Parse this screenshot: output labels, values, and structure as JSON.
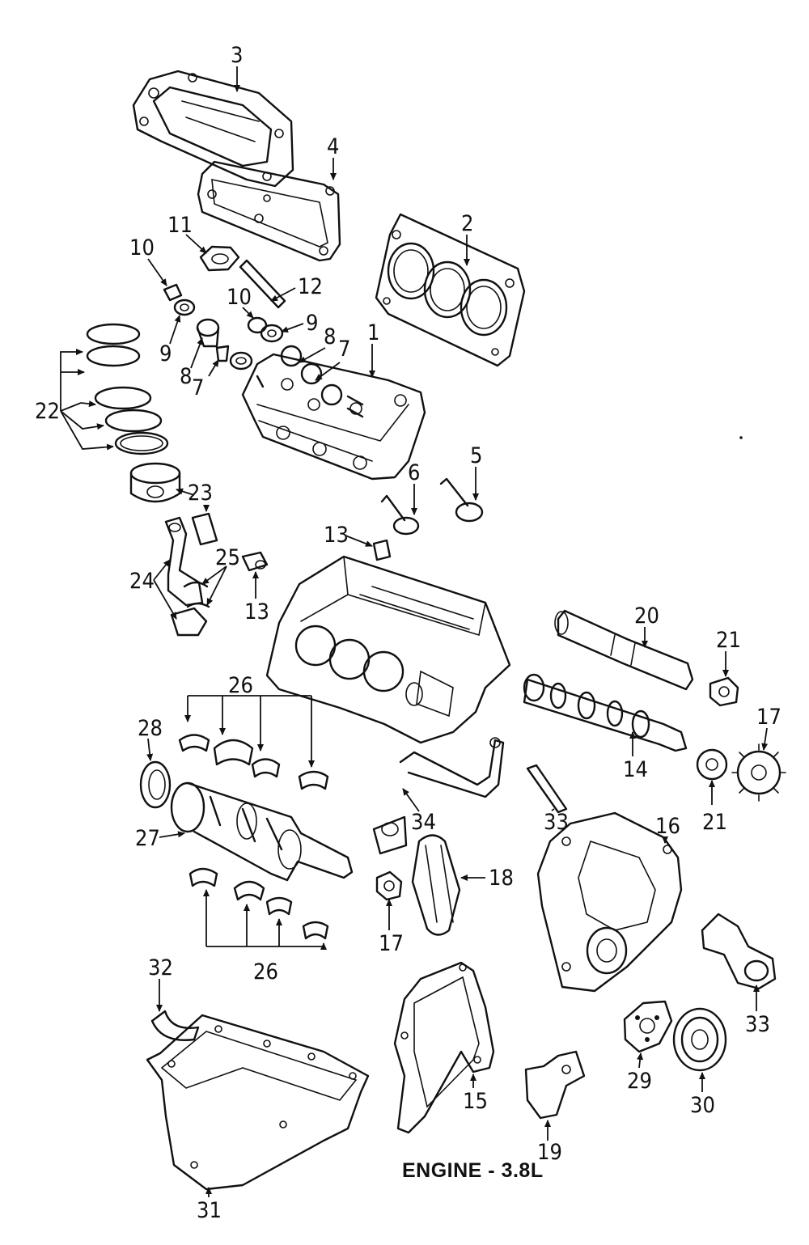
{
  "title": "ENGINE - 3.8L",
  "callouts": [
    "1",
    "2",
    "3",
    "4",
    "5",
    "6",
    "7",
    "7",
    "8",
    "8",
    "9",
    "9",
    "10",
    "10",
    "11",
    "12",
    "13",
    "13",
    "14",
    "15",
    "16",
    "17",
    "17",
    "18",
    "19",
    "20",
    "21",
    "21",
    "22",
    "23",
    "24",
    "25",
    "26",
    "26",
    "27",
    "28",
    "29",
    "30",
    "31",
    "32",
    "33",
    "33",
    "34"
  ]
}
